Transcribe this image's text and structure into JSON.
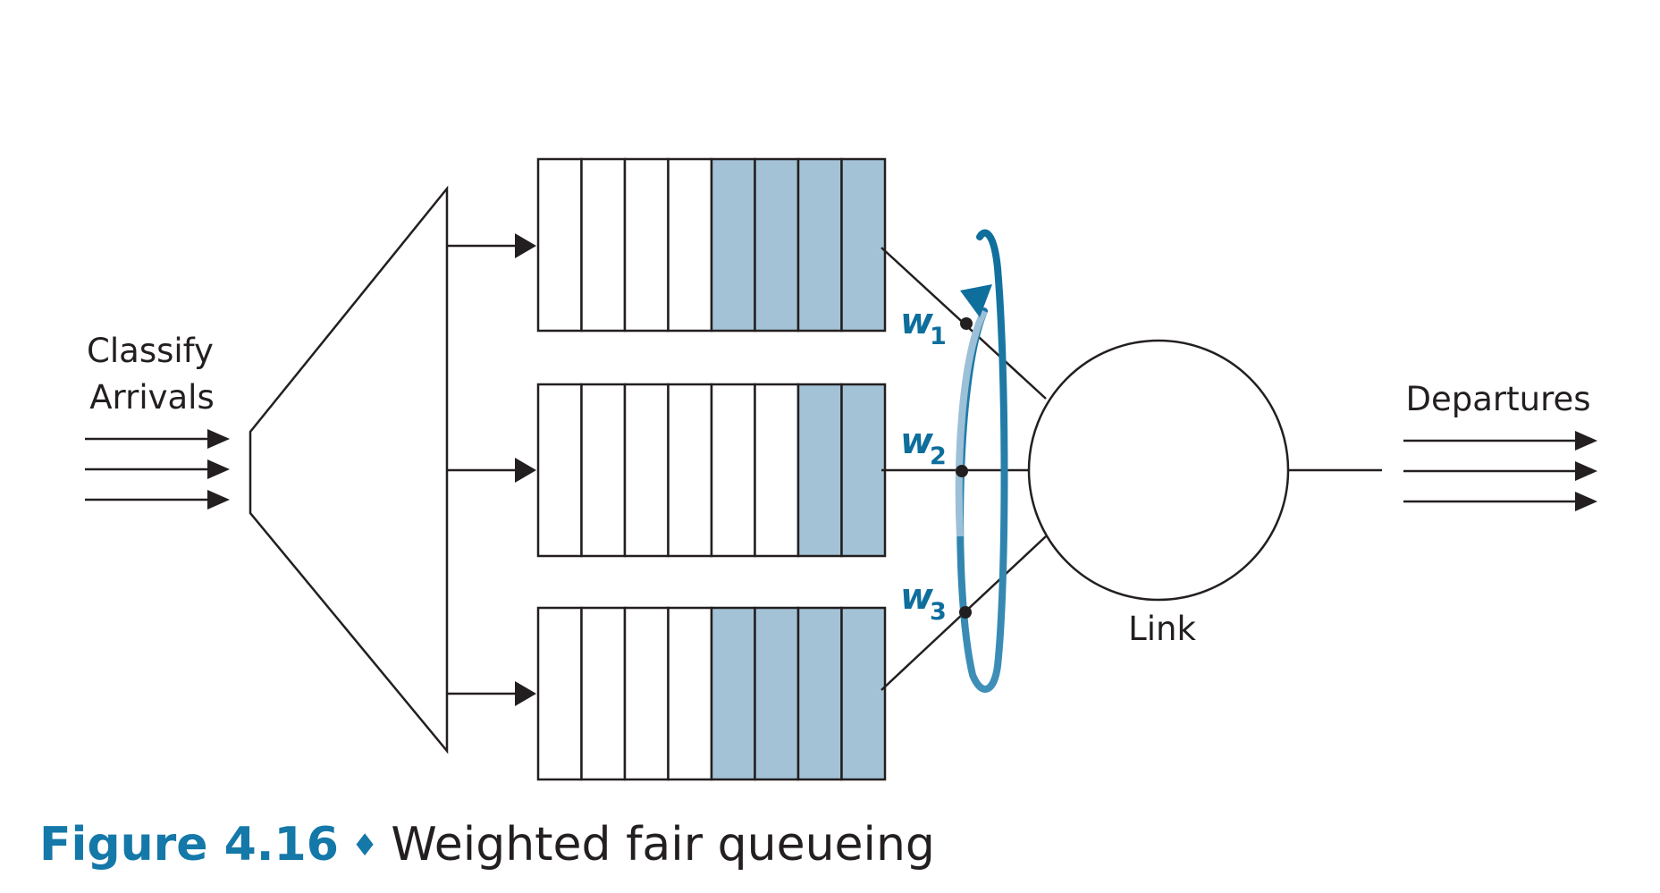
{
  "labels": {
    "classify": "Classify",
    "arrivals": "Arrivals",
    "departures": "Departures",
    "link": "Link"
  },
  "weights": [
    {
      "symbol": "w",
      "index": "1"
    },
    {
      "symbol": "w",
      "index": "2"
    },
    {
      "symbol": "w",
      "index": "3"
    }
  ],
  "queues": [
    {
      "cells": 8,
      "filled": 4
    },
    {
      "cells": 8,
      "filled": 2
    },
    {
      "cells": 8,
      "filled": 4
    }
  ],
  "caption": {
    "figure": "Figure 4.16",
    "separator": "♦",
    "title": "Weighted fair queueing"
  },
  "colors": {
    "packet_fill": "#a3c2d6",
    "accent_blue": "#0e6e9c",
    "ring_light": "#9cc0d8",
    "line": "#231f20"
  }
}
